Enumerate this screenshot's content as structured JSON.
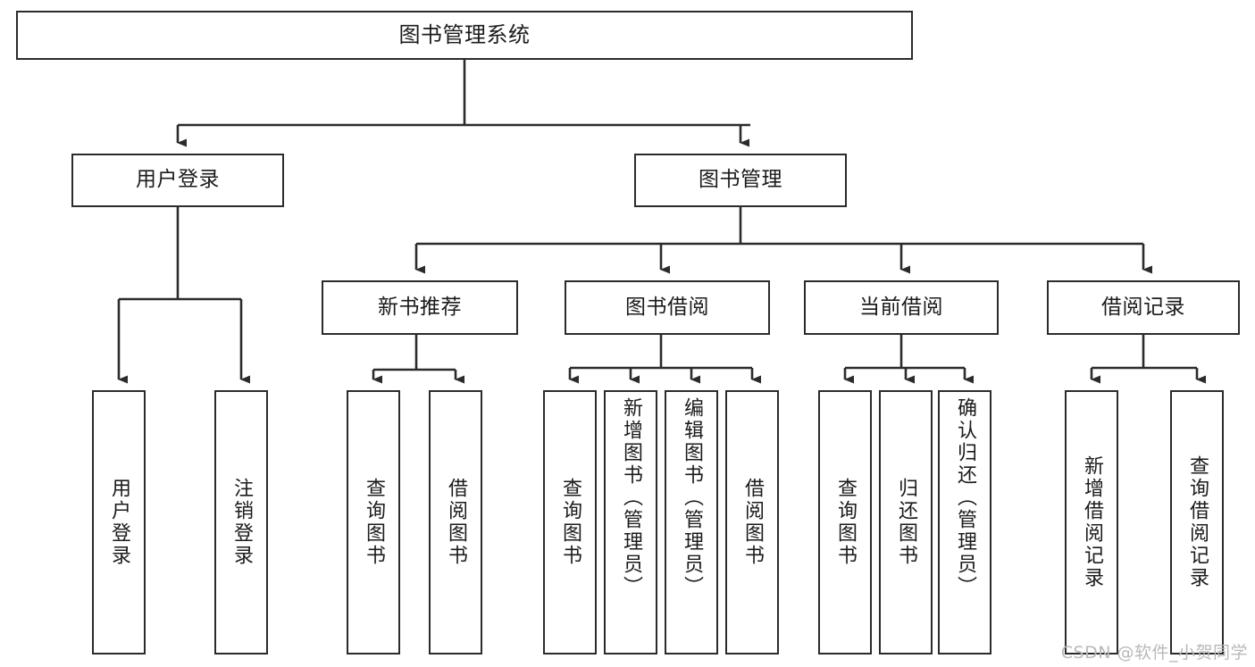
{
  "diagram": {
    "title": "图书管理系统",
    "type": "tree-hierarchy-chart",
    "line_color": "#2b2b2b",
    "box_fill": "#ffffff",
    "text_color": "#1b1b1b",
    "watermark": "CSDN @软件_小贺同学",
    "nodes": {
      "root": {
        "label": "图书管理系统"
      },
      "level2": [
        {
          "label": "用户登录"
        },
        {
          "label": "图书管理"
        }
      ],
      "level3": [
        {
          "label": "新书推荐"
        },
        {
          "label": "图书借阅"
        },
        {
          "label": "当前借阅"
        },
        {
          "label": "借阅记录"
        }
      ],
      "leaves": {
        "user_login": [
          {
            "label": "用户登录"
          },
          {
            "label": "注销登录"
          }
        ],
        "new_book_recommend": [
          {
            "label": "查询图书"
          },
          {
            "label": "借阅图书"
          }
        ],
        "book_borrow": [
          {
            "label": "查询图书"
          },
          {
            "label": "新增图书（管理员）"
          },
          {
            "label": "编辑图书（管理员）"
          },
          {
            "label": "借阅图书"
          }
        ],
        "current_borrow": [
          {
            "label": "查询图书"
          },
          {
            "label": "归还图书"
          },
          {
            "label": "确认归还（管理员）"
          }
        ],
        "borrow_record": [
          {
            "label": "新增借阅记录"
          },
          {
            "label": "查询借阅记录"
          }
        ]
      }
    }
  }
}
